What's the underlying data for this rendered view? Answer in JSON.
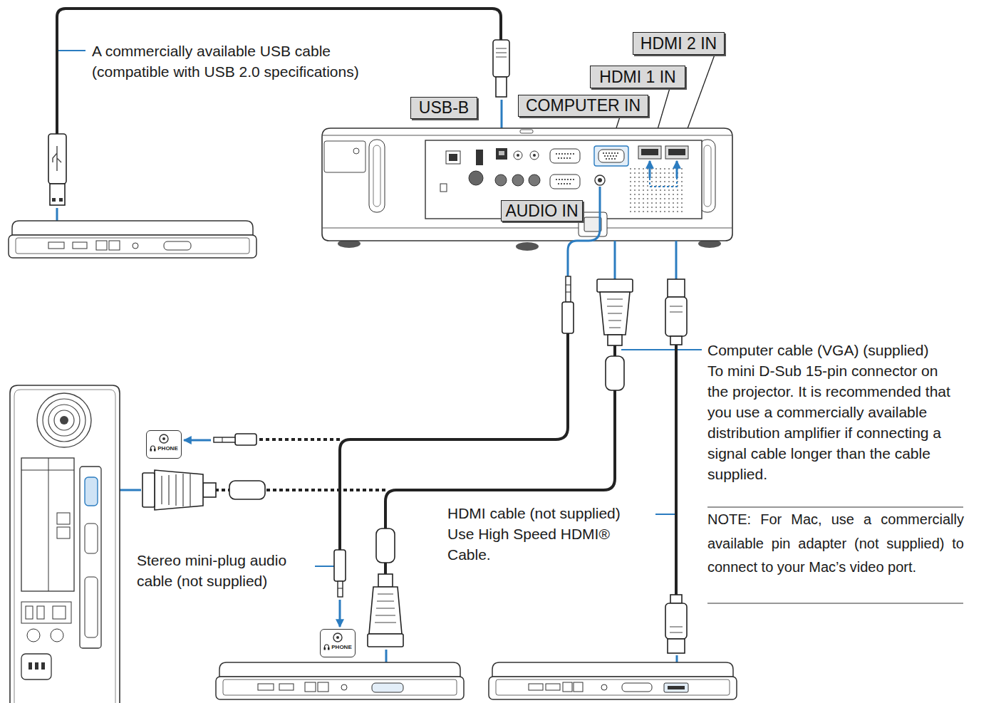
{
  "diagram": {
    "nodes": [
      {
        "text": [
          "HDMI 2 IN"
        ]
      },
      {
        "text": [
          "HDMI 1 IN"
        ]
      },
      {
        "text": [
          "USB-B"
        ]
      },
      {
        "text": [
          "COMPUTER IN"
        ]
      },
      {
        "text": [
          "AUDIO IN"
        ]
      },
      {
        "text": [
          "PHONE"
        ]
      },
      {
        "text": [
          "PHONE"
        ]
      }
    ],
    "labels": [
      "A commercially available USB cable (compatible with USB 2.0 specifications)",
      "Computer cable (VGA) (supplied)",
      "To mini D-Sub 15-pin connector on the projector. It is recommended that you use a commercially available distribution amplifier if connecting a signal cable longer than the cable supplied.",
      "HDMI cable (not supplied) Use High Speed HDMI® Cable.",
      "NOTE: For Mac, use a commercially available pin adapter (not supplied) to connect to your Mac’s video port.",
      "Stereo mini-plug audio cable (not supplied)"
    ]
  }
}
